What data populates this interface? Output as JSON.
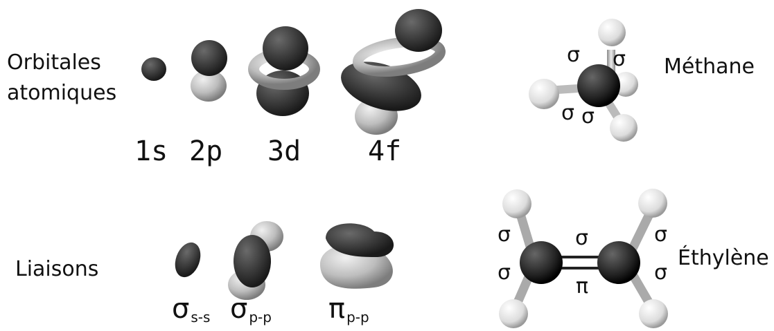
{
  "labels": {
    "atomic_orbitals_line1": "Orbitales",
    "atomic_orbitals_line2": "atomiques",
    "bonds": "Liaisons",
    "methane": "Méthane",
    "ethylene": "Éthylène"
  },
  "orbitals": [
    "1s",
    "2p",
    "3d",
    "4f"
  ],
  "bond_types": [
    {
      "symbol": "σ",
      "subscript": "s-s"
    },
    {
      "symbol": "σ",
      "subscript": "p-p"
    },
    {
      "symbol": "π",
      "subscript": "p-p"
    }
  ],
  "methane_bonds": [
    "σ",
    "σ",
    "σ",
    "σ"
  ],
  "ethylene_bonds": [
    "σ",
    "σ",
    "σ",
    "σ",
    "σ",
    "π"
  ],
  "colors": {
    "dark_lobe": "#3a3a3a",
    "light_lobe": "#cfcfcf",
    "carbon": "#222222",
    "hydrogen": "#f2f2f2"
  }
}
